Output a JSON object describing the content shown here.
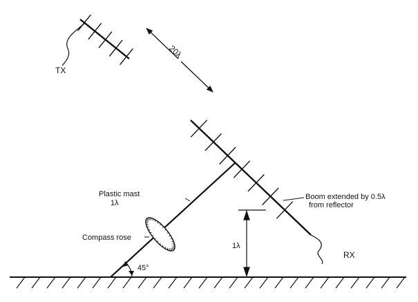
{
  "diagram": {
    "labels": {
      "tx": "TX",
      "rx": "RX",
      "distance": "20λ",
      "plastic_mast_1": "Plastic mast",
      "plastic_mast_2": "1λ",
      "compass_rose": "Compass rose",
      "boom_1": "Boom extended by 0.5λ",
      "boom_2": "from reflector",
      "height": "1λ",
      "angle": "45°"
    },
    "colors": {
      "ink": "#111111",
      "background": "#ffffff"
    }
  }
}
